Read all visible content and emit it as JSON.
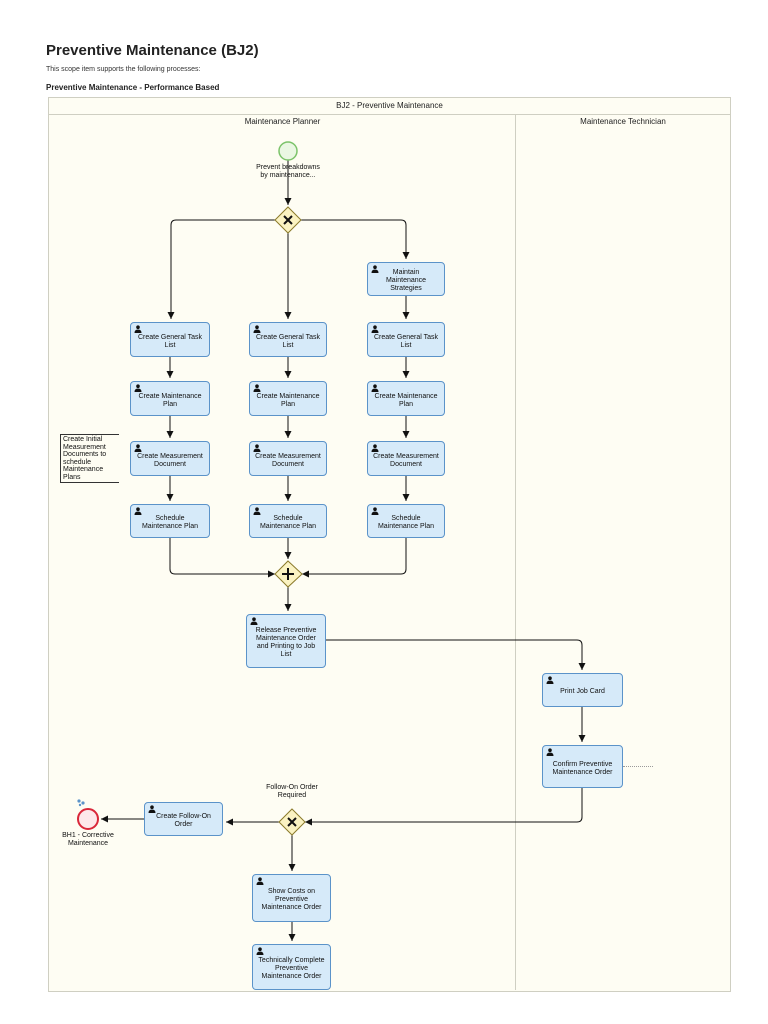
{
  "header": {
    "title": "Preventive Maintenance (BJ2)",
    "subtitle": "This scope item supports the following processes:",
    "process_title": "Preventive Maintenance - Performance Based"
  },
  "pool": {
    "title": "BJ2 - Preventive Maintenance",
    "lanes": [
      "Maintenance Planner",
      "Maintenance Technician"
    ]
  },
  "events": {
    "start": "Prevent breakdowns by maintenance...",
    "end": "BH1 - Corrective Maintenance"
  },
  "gateways": {
    "followon_label": "Follow-On Order Required"
  },
  "annotation": "Create Initial Measurement Documents to schedule Maintenance Plans",
  "tasks": {
    "maintain_strategies": "Maintain Maintenance Strategies",
    "tl1": "Create General Task List",
    "tl2": "Create General Task List",
    "tl3": "Create General Task List",
    "mp1": "Create Maintenance Plan",
    "mp2": "Create Maintenance Plan",
    "mp3": "Create Maintenance Plan",
    "md1": "Create Measurement Document",
    "md2": "Create Measurement Document",
    "md3": "Create Measurement Document",
    "sp1": "Schedule Maintenance Plan",
    "sp2": "Schedule Maintenance Plan",
    "sp3": "Schedule Maintenance Plan",
    "release": "Release Preventive Maintenance Order and Printing to Job List",
    "print_job": "Print Job Card",
    "confirm": "Confirm Preventive Maintenance Order",
    "followon": "Create Follow-On Order",
    "show_costs": "Show Costs on Preventive Maintenance Order",
    "tech_complete": "Technically Complete Preventive Maintenance Order"
  },
  "colors": {
    "task_fill": "#d6eaf9",
    "task_border": "#5b93c9",
    "gateway_fill": "#fbf3c2",
    "start_event": "#7cc36a",
    "end_event": "#d9273a",
    "pool_fill": "#fefdf3"
  }
}
